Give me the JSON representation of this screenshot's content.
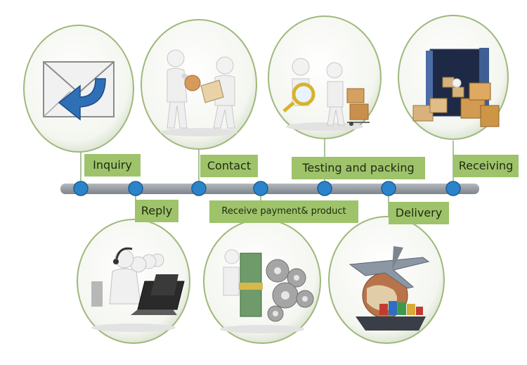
{
  "steps": [
    {
      "label": "Inquiry",
      "illustration": "envelope-reply-icon"
    },
    {
      "label": "Reply",
      "illustration": "call-center-operators-icon"
    },
    {
      "label": "Contact",
      "illustration": "handshake-deal-icon"
    },
    {
      "label": "Receive payment& product",
      "illustration": "money-and-gears-icon"
    },
    {
      "label": "Testing and packing",
      "illustration": "magnifier-and-boxes-icon"
    },
    {
      "label": "Delivery",
      "illustration": "plane-ship-globe-icon"
    },
    {
      "label": "Receiving",
      "illustration": "container-with-boxes-icon"
    }
  ],
  "colors": {
    "timeline_bar": "#8e959a",
    "timeline_node": "#2b84c9",
    "label_background": "#9ec36a",
    "circle_border": "#9fb97c",
    "envelope_arrow": "#2f6fb6"
  }
}
